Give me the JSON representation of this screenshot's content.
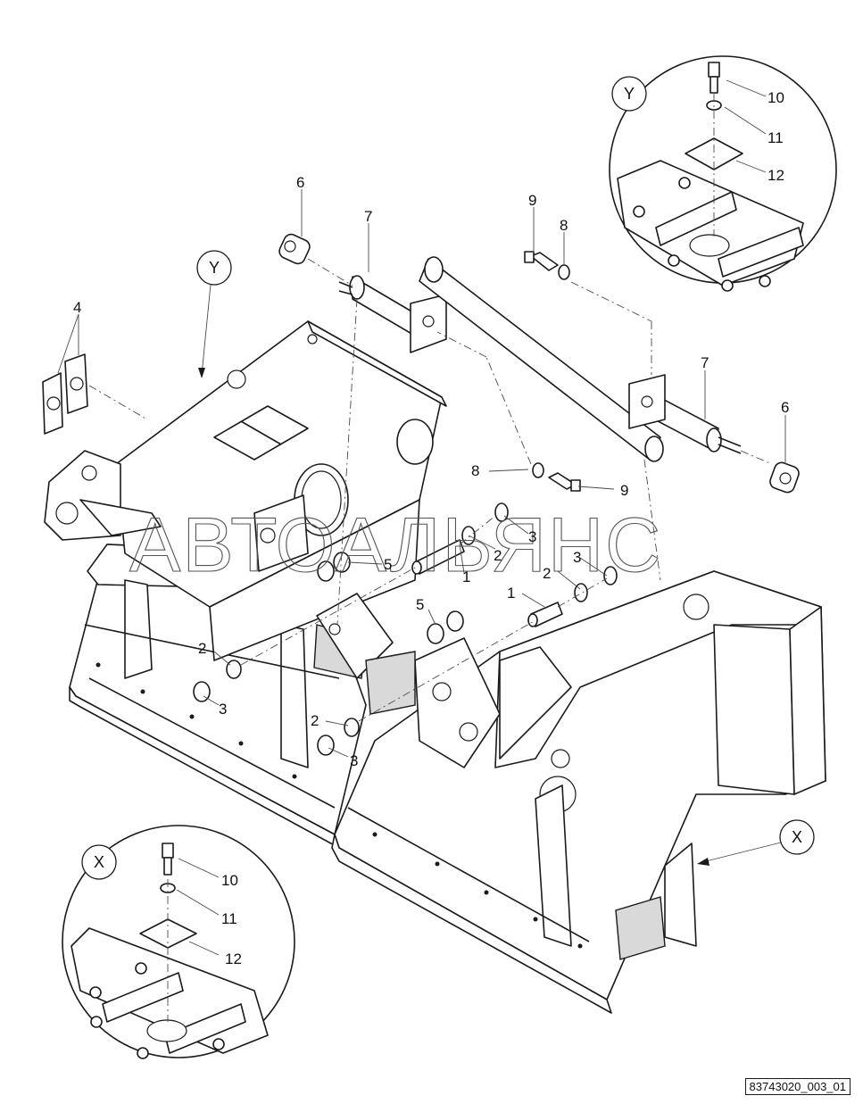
{
  "callouts": {
    "c1a": "1",
    "c1b": "1",
    "c2a": "2",
    "c2b": "2",
    "c2c": "2",
    "c2d": "2",
    "c3a": "3",
    "c3b": "3",
    "c3c": "3",
    "c3d": "3",
    "c4": "4",
    "c5a": "5",
    "c5b": "5",
    "c6a": "6",
    "c6b": "6",
    "c7a": "7",
    "c7b": "7",
    "c8a": "8",
    "c8b": "8",
    "c9a": "9",
    "c9b": "9",
    "c10y": "10",
    "c11y": "11",
    "c12y": "12",
    "c10x": "10",
    "c11x": "11",
    "c12x": "12"
  },
  "detail_tags": {
    "y_main": "Y",
    "y_detail": "Y",
    "x_main": "X",
    "x_detail": "X"
  },
  "watermark": "АВТОАЛЬЯНС",
  "drawing_id": "83743020_003_01"
}
